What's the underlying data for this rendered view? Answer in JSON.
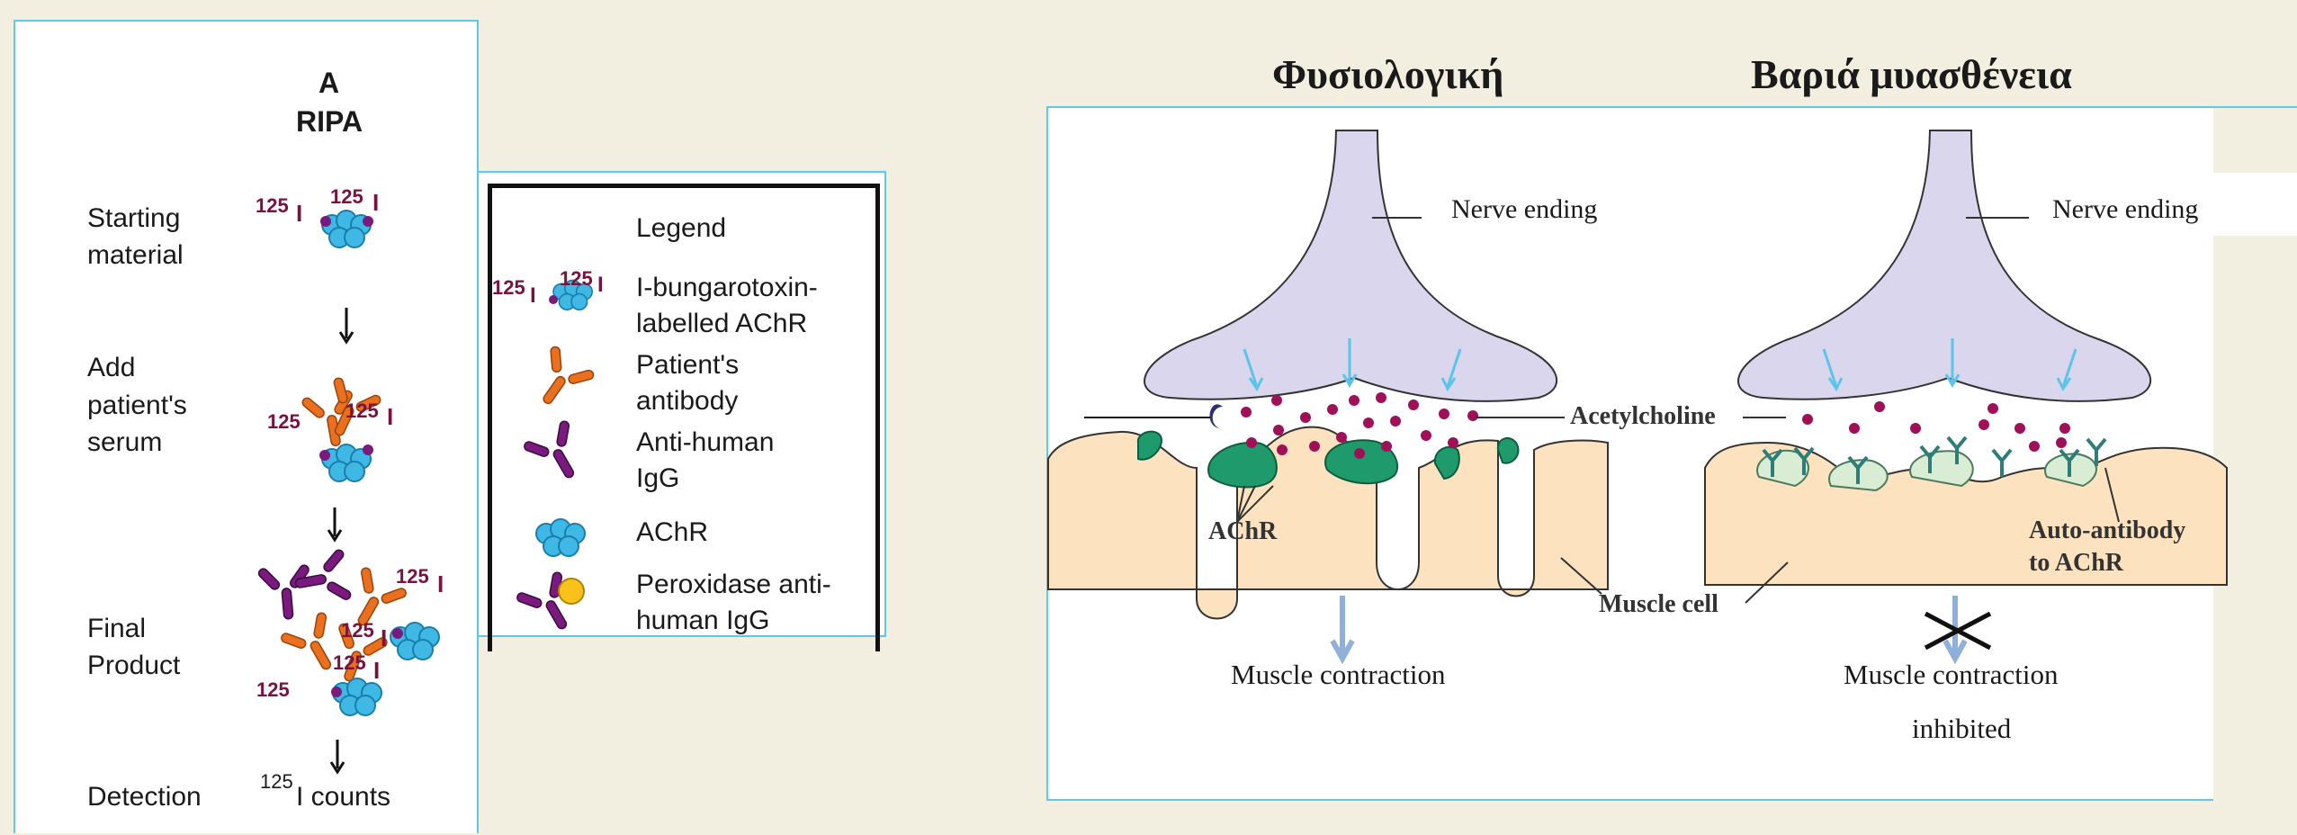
{
  "ripa": {
    "panel_letter": "A",
    "panel_title": "RIPA",
    "steps": [
      {
        "label_lines": [
          "Starting",
          "material"
        ]
      },
      {
        "label_lines": [
          "Add",
          "patient's",
          "serum"
        ]
      },
      {
        "label_lines": [
          "Final",
          "Product"
        ]
      },
      {
        "label_lines": [
          "Detection"
        ]
      }
    ],
    "isotope_mass": "125",
    "isotope_symbol": "I",
    "detection_text": "I counts"
  },
  "legend": {
    "title": "Legend",
    "items": [
      {
        "icon": "labelled-achr-icon",
        "text_lines": [
          "I-bungarotoxin-",
          "labelled AChR"
        ]
      },
      {
        "icon": "patient-antibody-icon",
        "text_lines": [
          "Patient's",
          "antibody"
        ]
      },
      {
        "icon": "anti-human-igg-icon",
        "text_lines": [
          "Anti-human",
          "IgG"
        ]
      },
      {
        "icon": "achr-icon",
        "text_lines": [
          "AChR"
        ]
      },
      {
        "icon": "peroxidase-igg-icon",
        "text_lines": [
          "Peroxidase anti-",
          "human IgG"
        ]
      }
    ]
  },
  "synapse": {
    "title_left": "Φυσιολογική",
    "title_right": "Βαριά μυασθένεια",
    "nerve_left": "Nerve ending",
    "nerve_right": "Nerve ending",
    "acetylcholine": "Acetylcholine",
    "achr": "AChR",
    "muscle_cell": "Muscle cell",
    "autoantibody_lines": [
      "Auto-antibody",
      "to AChR"
    ],
    "contraction_left": "Muscle contraction",
    "contraction_right_lines": [
      "Muscle contraction",
      "inhibited"
    ]
  },
  "colors": {
    "border": "#5cc8ee",
    "background": "#f3efe0",
    "achr_blue": "#3fb8e6",
    "antibody_orange": "#e8701e",
    "antihuman_purple": "#7a1a7e",
    "label_maroon": "#7a1240",
    "nerve_lavender": "#d9d6ee",
    "muscle_peach": "#fde2bf",
    "receptor_green": "#1f9a6c",
    "acetylcholine_dot": "#a01058",
    "arrow_cyan": "#5cc4e8"
  }
}
